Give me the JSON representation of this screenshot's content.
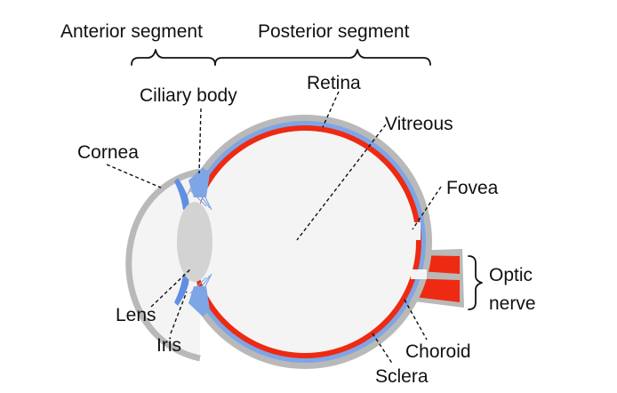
{
  "segments": {
    "anterior": "Anterior segment",
    "posterior": "Posterior segment"
  },
  "labels": {
    "ciliary_body": "Ciliary body",
    "retina": "Retina",
    "vitreous": "Vitreous",
    "cornea": "Cornea",
    "fovea": "Fovea",
    "optic_line1": "Optic",
    "optic_line2": "nerve",
    "lens": "Lens",
    "iris": "Iris",
    "choroid": "Choroid",
    "sclera": "Sclera"
  },
  "colors": {
    "sclera": "#b9b9b9",
    "choroid": "#7ea6e6",
    "retina": "#ee2a12",
    "vitreous": "#f4f4f4",
    "lens": "#d3d3d3",
    "text": "#111111"
  }
}
